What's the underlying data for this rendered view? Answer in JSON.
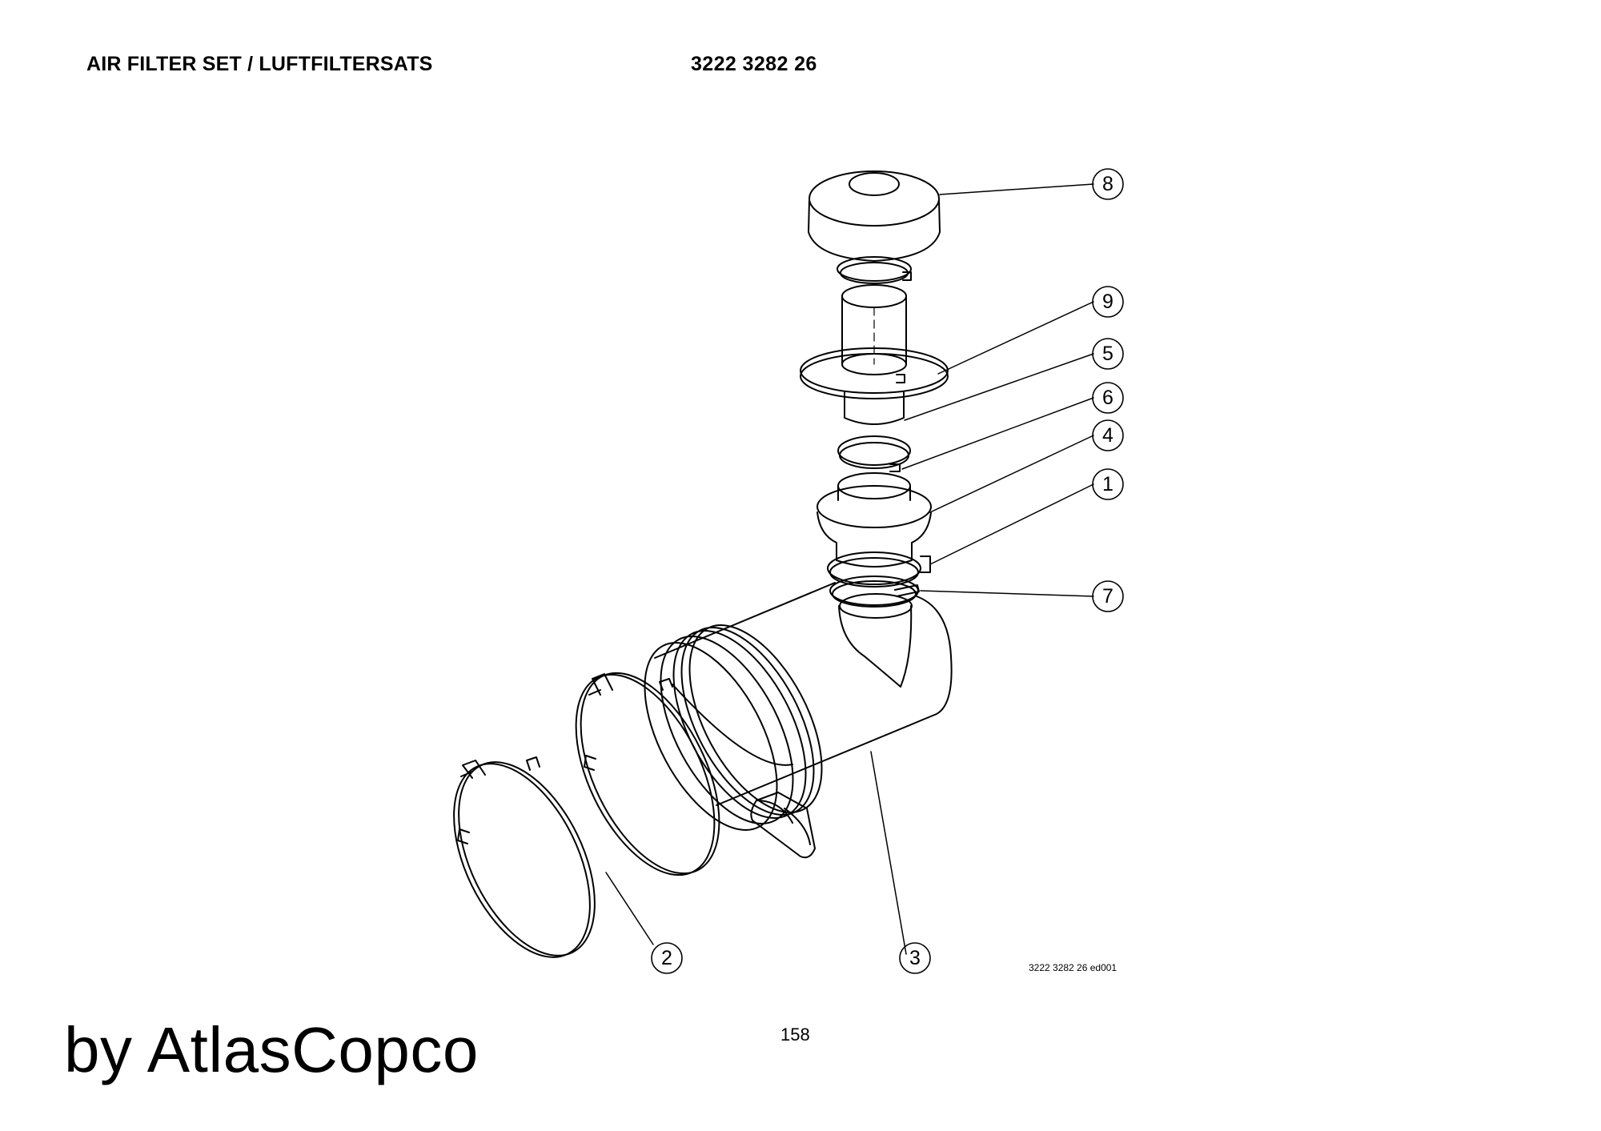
{
  "header": {
    "title": "AIR FILTER SET / LUFTFILTERSATS",
    "part_number": "3222 3282 26"
  },
  "callouts": {
    "c8": "8",
    "c9": "9",
    "c5": "5",
    "c6": "6",
    "c4": "4",
    "c1": "1",
    "c7": "7",
    "c2": "2",
    "c3": "3"
  },
  "drawing_id": "3222 3282 26 ed001",
  "page_number": "158",
  "watermark": "by AtlasCopco"
}
